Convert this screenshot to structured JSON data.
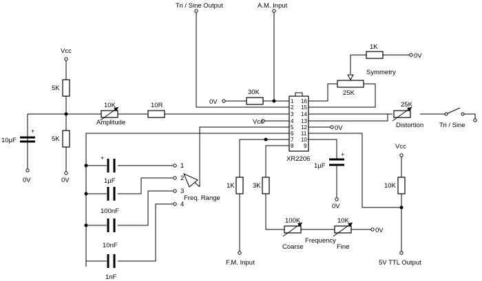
{
  "diagram": {
    "labels": {
      "tri_sine_output": "Tri / Sine Output",
      "am_input": "A.M. Input",
      "vcc_left": "Vcc",
      "vcc_mid": "Vcc",
      "vcc_right": "Vcc",
      "zero_v_left_cap": "0V",
      "zero_v_left_res": "0V",
      "zero_v_pin1": "0V",
      "zero_v_1k": "0V",
      "zero_v_pin12": "0V",
      "zero_v_1uf": "0V",
      "zero_v_fine": "0V",
      "amplitude": "Amplitude",
      "symmetry": "Symmetry",
      "distortion": "Distortion",
      "tri_sine_switch": "Tri / Sine",
      "freq_range": "Freq. Range",
      "frequency": "Frequency",
      "coarse": "Coarse",
      "fine": "Fine",
      "fm_input": "F.M. Input",
      "ttl_output": "5V TTL Output",
      "ic": "XR2206"
    },
    "components": {
      "r_5k_top": "5K",
      "r_5k_bottom": "5K",
      "c_10uf": "10µF",
      "pot_10k_amp": "10K",
      "r_10r": "10R",
      "r_30k": "30K",
      "r_1k_sym": "1K",
      "pot_25k_sym": "25K",
      "pot_25k_dist": "25K",
      "c_1uf_right": "1µF",
      "r_1k_fm": "1K",
      "r_3k": "3K",
      "r_10k_ttl": "10K",
      "pot_100k": "100K",
      "pot_10k_fine": "10K",
      "c_1uf": "1µF",
      "c_100nf": "100nF",
      "c_10nf": "10nF",
      "c_1nf": "1nF"
    },
    "switch_positions": [
      "1",
      "2",
      "3",
      "4"
    ],
    "pins_left": [
      "1",
      "2",
      "3",
      "4",
      "5",
      "6",
      "7",
      "8"
    ],
    "pins_right": [
      "16",
      "15",
      "14",
      "13",
      "12",
      "11",
      "10",
      "9"
    ]
  }
}
